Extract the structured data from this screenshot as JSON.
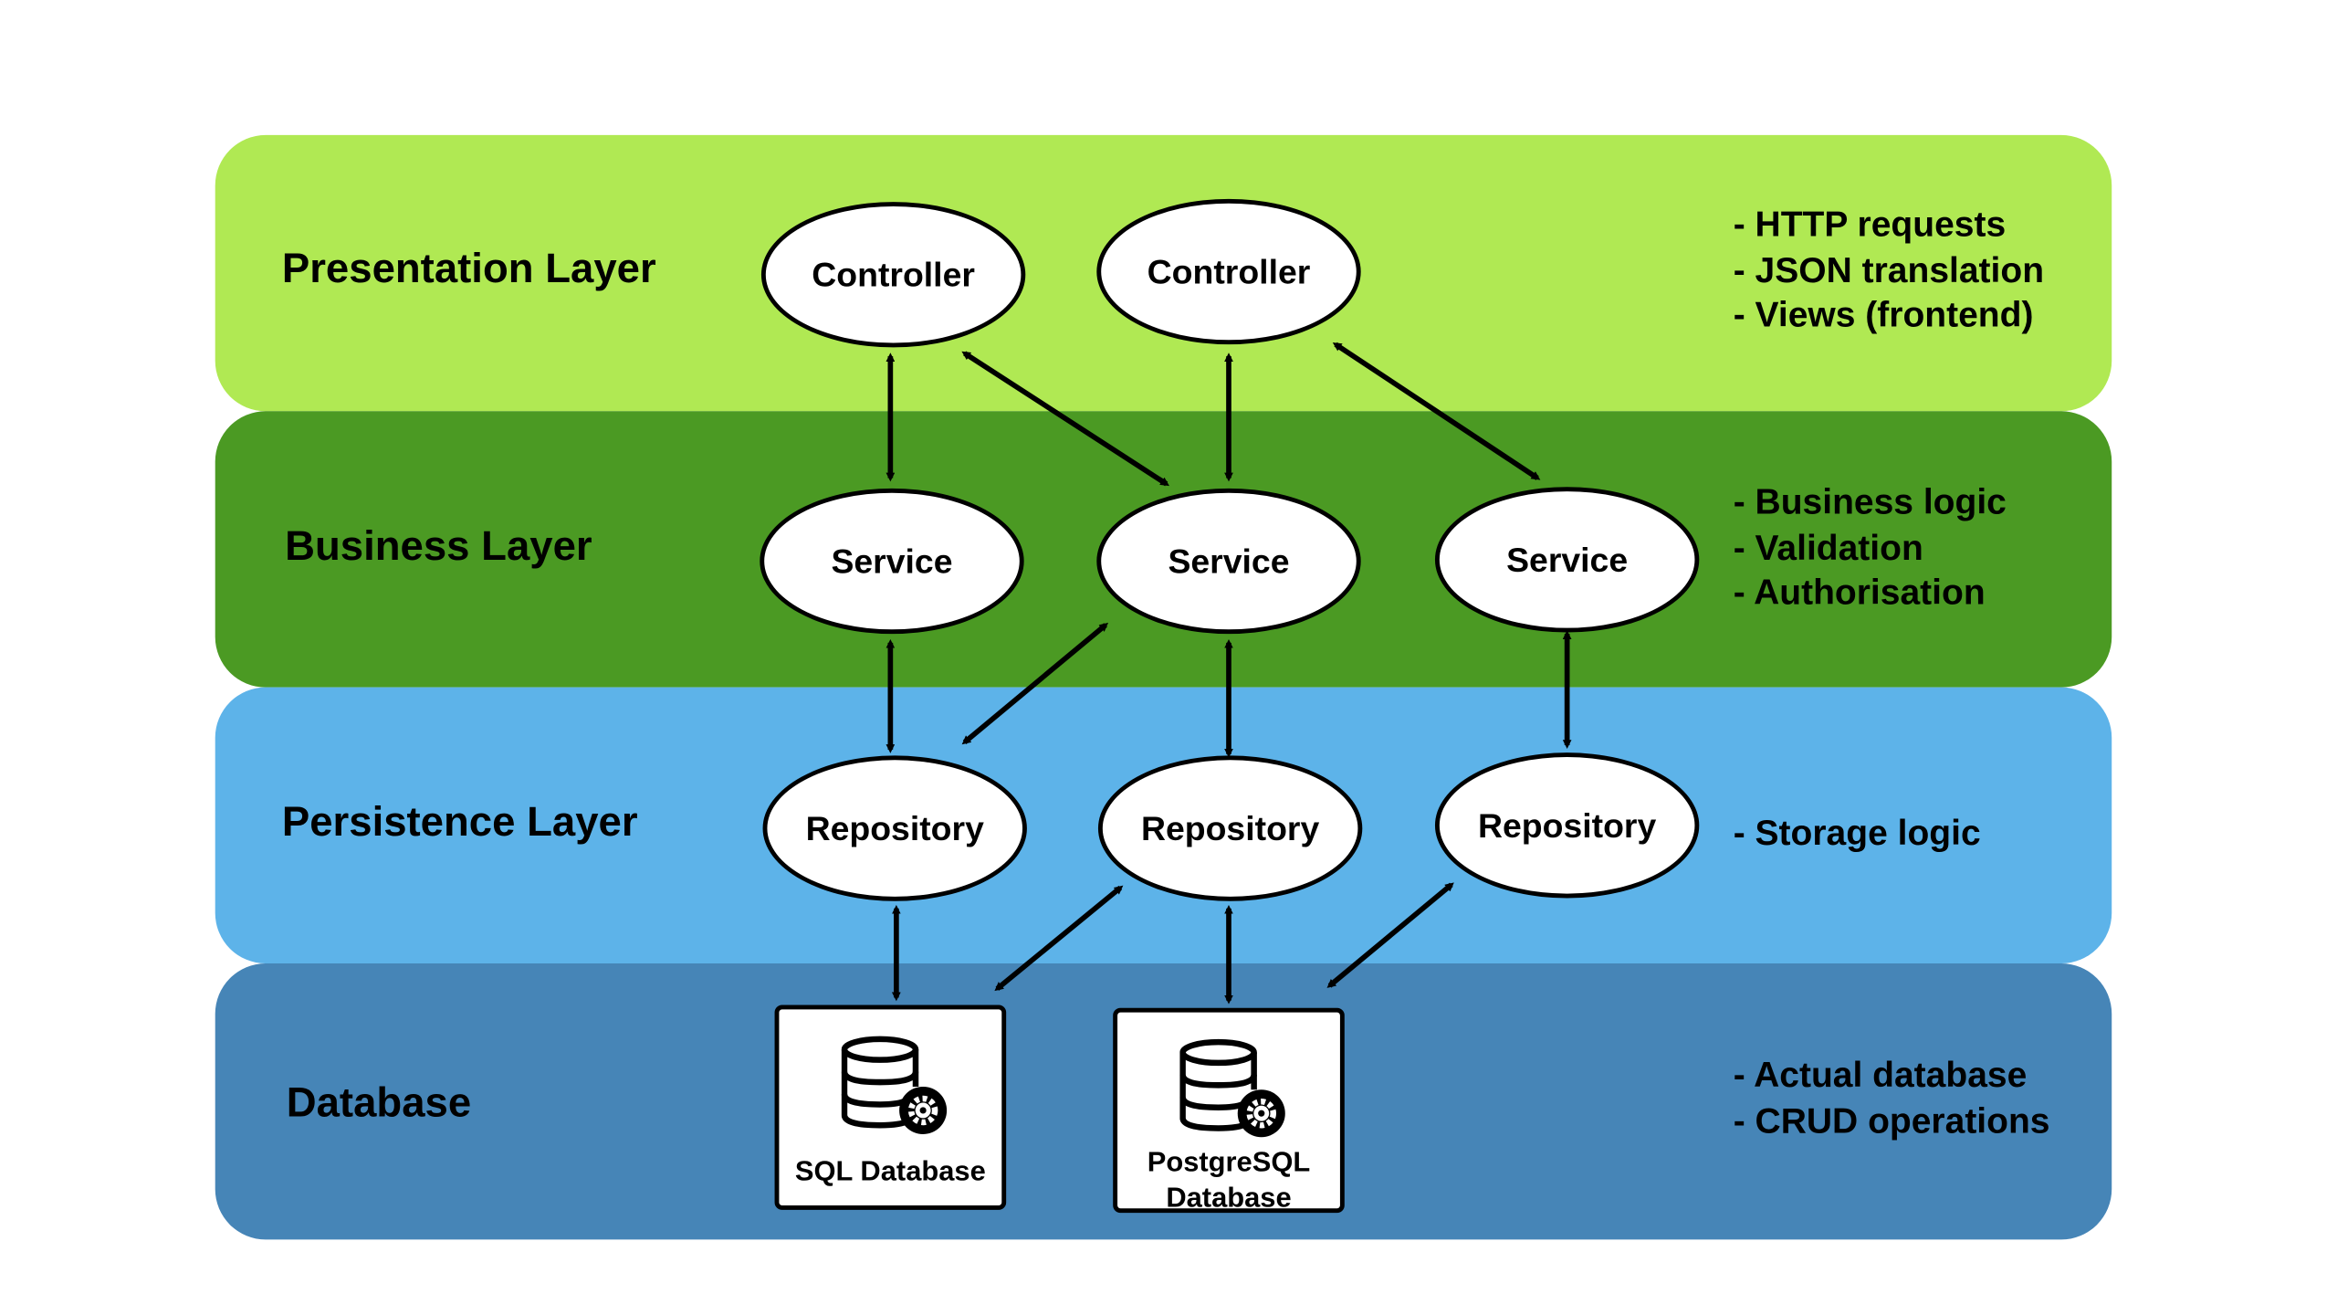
{
  "colors": {
    "presentation": "#b0e953",
    "business": "#4b9a23",
    "persistence": "#5db3e9",
    "database": "#4685b7",
    "node_fill": "#ffffff",
    "stroke": "#000000"
  },
  "layers": [
    {
      "title": "Presentation Layer",
      "notes": [
        "- HTTP requests",
        "- JSON translation",
        "- Views (frontend)"
      ]
    },
    {
      "title": "Business Layer",
      "notes": [
        "- Business logic",
        "- Validation",
        "- Authorisation"
      ]
    },
    {
      "title": "Persistence Layer",
      "notes": [
        "- Storage logic"
      ]
    },
    {
      "title": "Database",
      "notes": [
        "- Actual database",
        "- CRUD operations"
      ]
    }
  ],
  "nodes": {
    "controller_1": "Controller",
    "controller_2": "Controller",
    "service_1": "Service",
    "service_2": "Service",
    "service_3": "Service",
    "repository_1": "Repository",
    "repository_2": "Repository",
    "repository_3": "Repository"
  },
  "databases": {
    "sql": "SQL Database",
    "postgres_line1": "PostgreSQL",
    "postgres_line2": "Database"
  },
  "icons": {
    "database": "database-gear-icon"
  }
}
